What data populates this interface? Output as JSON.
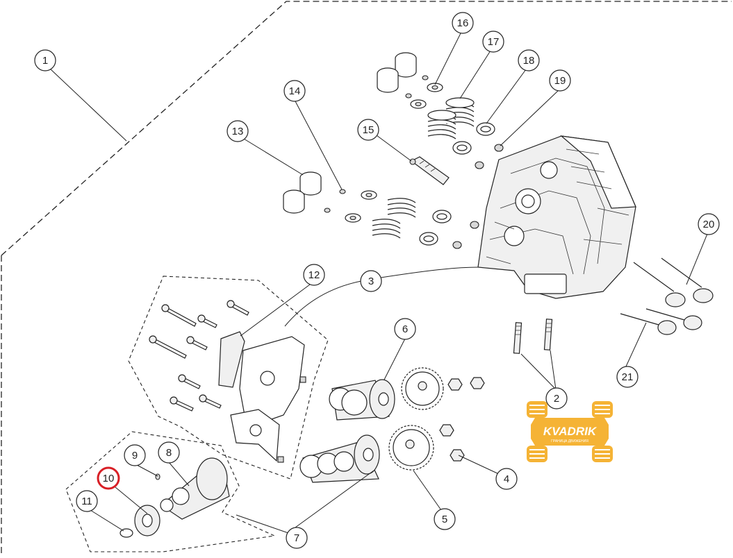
{
  "callouts": [
    "1",
    "2",
    "3",
    "4",
    "5",
    "6",
    "7",
    "8",
    "9",
    "10",
    "11",
    "12",
    "13",
    "14",
    "15",
    "16",
    "17",
    "18",
    "19",
    "20",
    "21"
  ],
  "highlight_color": "#d81f26",
  "logo": {
    "name": "KVADRIK",
    "tagline": "ГРАНИЦА ДВИЖЕНИЯ",
    "color": "#f5b335"
  }
}
